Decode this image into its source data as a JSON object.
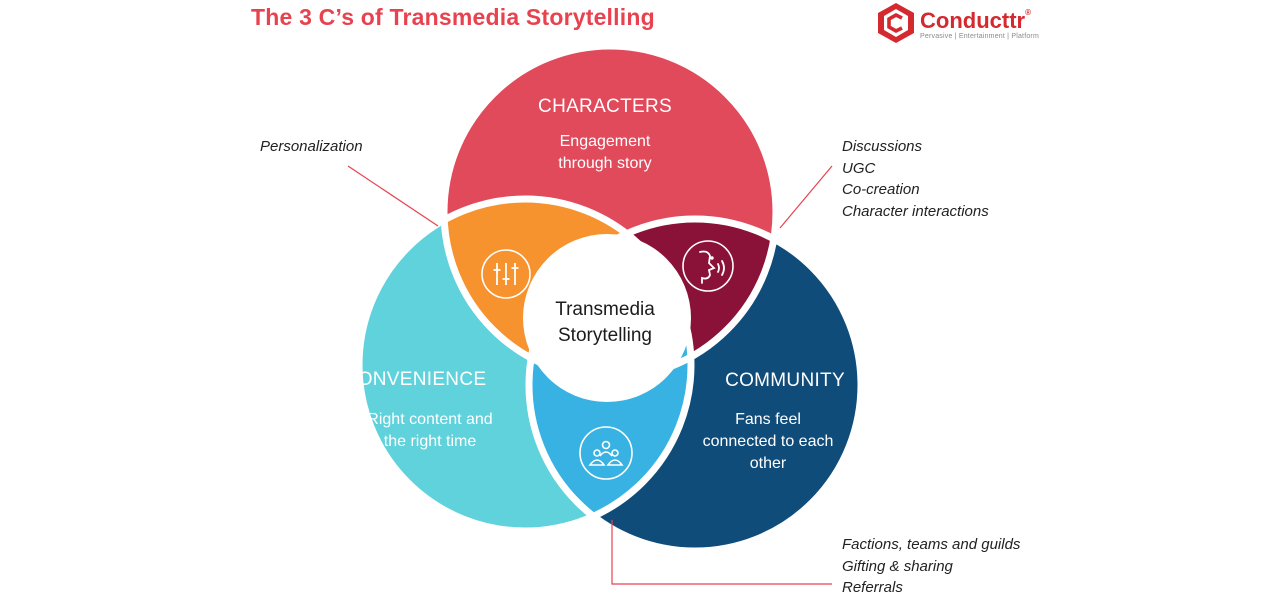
{
  "title": "The 3 C’s of Transmedia Storytelling",
  "logo": {
    "name": "Conducttr",
    "registered": "®",
    "tagline": "Pervasive | Entertainment | Platform"
  },
  "center": {
    "line1": "Transmedia",
    "line2": "Storytelling"
  },
  "circles": {
    "characters": {
      "heading": "CHARACTERS",
      "description": [
        "Engagement",
        "through story"
      ]
    },
    "convenience": {
      "heading": "CONVENIENCE",
      "description": [
        "Right content and",
        "the right time"
      ]
    },
    "community": {
      "heading": "COMMUNITY",
      "description": [
        "Fans feel",
        "connected to each",
        "other"
      ]
    }
  },
  "notes": {
    "personalization": [
      "Personalization"
    ],
    "discussions": [
      "Discussions",
      "UGC",
      "Co-creation",
      "Character interactions"
    ],
    "factions": [
      "Factions, teams and guilds",
      "Gifting & sharing",
      "Referrals"
    ]
  },
  "icons": {
    "personalization": "sliders-icon",
    "discussions": "speaking-head-icon",
    "factions": "group-icon"
  },
  "colors": {
    "title": "#e8424f",
    "characters": "#e04a5b",
    "convenience": "#5fd2dc",
    "community": "#0f4c7a",
    "overlap_personalization": "#f7932f",
    "overlap_discussions": "#8a1238",
    "overlap_factions": "#37b2e2",
    "center": "#ffffff",
    "connector": "#e8424f",
    "brand": "#d42a2f"
  }
}
